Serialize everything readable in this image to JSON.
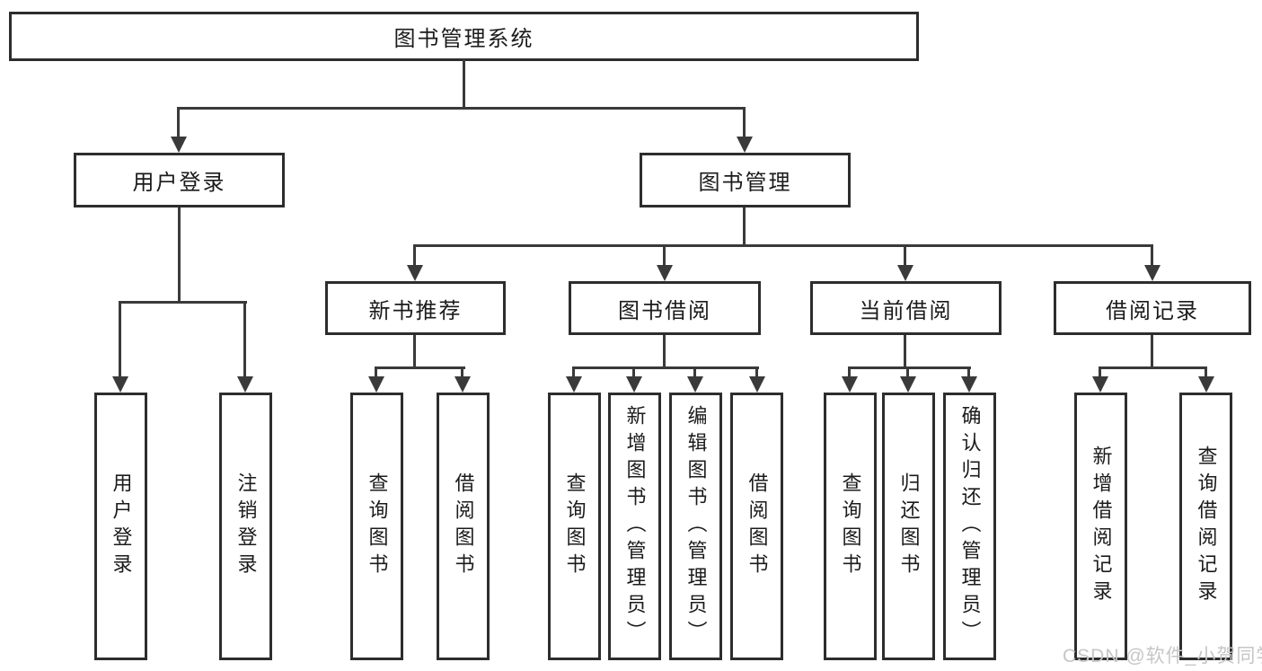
{
  "tree": {
    "root": {
      "label": "图书管理系统",
      "children": [
        {
          "label": "用户登录",
          "children": [
            {
              "label": "用户登录"
            },
            {
              "label": "注销登录"
            }
          ]
        },
        {
          "label": "图书管理",
          "children": [
            {
              "label": "新书推荐",
              "children": [
                {
                  "label": "查询图书"
                },
                {
                  "label": "借阅图书"
                }
              ]
            },
            {
              "label": "图书借阅",
              "children": [
                {
                  "label": "查询图书"
                },
                {
                  "label": "新增图书（管理员）"
                },
                {
                  "label": "编辑图书（管理员）"
                },
                {
                  "label": "借阅图书"
                }
              ]
            },
            {
              "label": "当前借阅",
              "children": [
                {
                  "label": "查询图书"
                },
                {
                  "label": "归还图书"
                },
                {
                  "label": "确认归还（管理员）"
                }
              ]
            },
            {
              "label": "借阅记录",
              "children": [
                {
                  "label": "新增借阅记录"
                },
                {
                  "label": "查询借阅记录"
                }
              ]
            }
          ]
        }
      ]
    }
  },
  "watermark": {
    "text": "CSDN @软件_小贺同学"
  },
  "colors": {
    "line": "#3a3a3a",
    "box_border": "#2d2d2d",
    "text": "#1b1b1b",
    "watermark": "#c6c6c6",
    "background": "#ffffff"
  }
}
